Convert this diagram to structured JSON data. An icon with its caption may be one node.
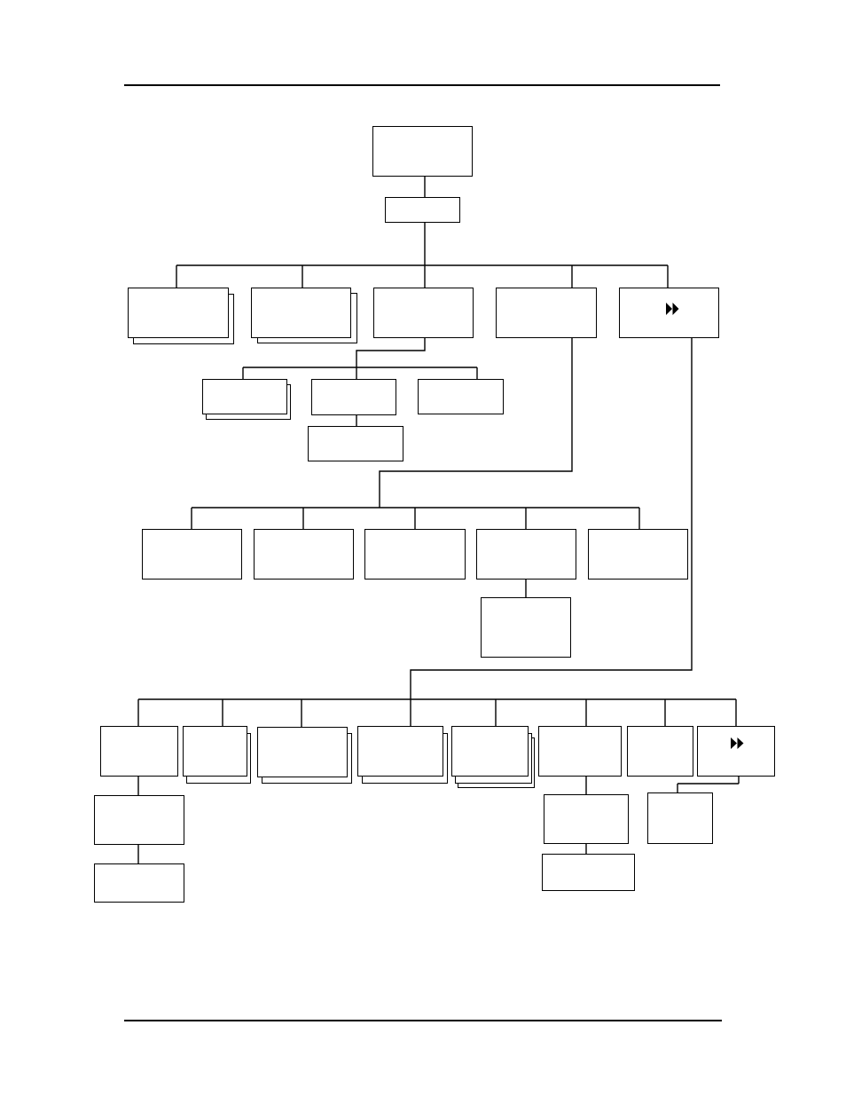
{
  "diagram": {
    "nodes": [
      {
        "text": [],
        "shape": "box"
      },
      {
        "text": [],
        "shape": "box"
      },
      {
        "text": [],
        "shape": "stack"
      },
      {
        "text": [],
        "shape": "stack"
      },
      {
        "text": [],
        "shape": "box"
      },
      {
        "text": [],
        "shape": "box"
      },
      {
        "text": [],
        "shape": "box"
      },
      {
        "text": [],
        "shape": "stack"
      },
      {
        "text": [],
        "shape": "box"
      },
      {
        "text": [],
        "shape": "box"
      },
      {
        "text": [],
        "shape": "box"
      },
      {
        "text": [],
        "shape": "box"
      },
      {
        "text": [],
        "shape": "box"
      },
      {
        "text": [],
        "shape": "box"
      },
      {
        "text": [],
        "shape": "box"
      },
      {
        "text": [],
        "shape": "box"
      },
      {
        "text": [],
        "shape": "box"
      },
      {
        "text": [],
        "shape": "box"
      },
      {
        "text": [],
        "shape": "stack"
      },
      {
        "text": [],
        "shape": "stack"
      },
      {
        "text": [],
        "shape": "stack"
      },
      {
        "text": [],
        "shape": "stack"
      },
      {
        "text": [],
        "shape": "box"
      },
      {
        "text": [],
        "shape": "box"
      },
      {
        "text": [],
        "shape": "box"
      },
      {
        "text": [],
        "shape": "box"
      },
      {
        "text": [],
        "shape": "box"
      },
      {
        "text": [],
        "shape": "box"
      },
      {
        "text": [],
        "shape": "box"
      },
      {
        "text": [],
        "shape": "box"
      }
    ],
    "edges": [
      {
        "from": 0,
        "to": 1,
        "arrow": "none"
      },
      {
        "from": 1,
        "to": 2,
        "arrow": "none"
      },
      {
        "from": 1,
        "to": 3,
        "arrow": "none"
      },
      {
        "from": 1,
        "to": 4,
        "arrow": "none"
      },
      {
        "from": 1,
        "to": 5,
        "arrow": "none"
      },
      {
        "from": 1,
        "to": 6,
        "arrow": "none"
      },
      {
        "from": 4,
        "to": 7,
        "arrow": "none"
      },
      {
        "from": 4,
        "to": 8,
        "arrow": "none"
      },
      {
        "from": 4,
        "to": 9,
        "arrow": "none"
      },
      {
        "from": 8,
        "to": 10,
        "arrow": "none"
      },
      {
        "from": 5,
        "to": 11,
        "arrow": "none"
      },
      {
        "from": 5,
        "to": 12,
        "arrow": "none"
      },
      {
        "from": 5,
        "to": 13,
        "arrow": "none"
      },
      {
        "from": 5,
        "to": 14,
        "arrow": "none"
      },
      {
        "from": 5,
        "to": 15,
        "arrow": "none"
      },
      {
        "from": 14,
        "to": 16,
        "arrow": "none"
      },
      {
        "from": 6,
        "to": 17,
        "arrow": "none"
      },
      {
        "from": 6,
        "to": 18,
        "arrow": "none"
      },
      {
        "from": 6,
        "to": 19,
        "arrow": "none"
      },
      {
        "from": 6,
        "to": 20,
        "arrow": "none"
      },
      {
        "from": 6,
        "to": 21,
        "arrow": "none"
      },
      {
        "from": 6,
        "to": 22,
        "arrow": "none"
      },
      {
        "from": 6,
        "to": 23,
        "arrow": "none"
      },
      {
        "from": 6,
        "to": 24,
        "arrow": "none"
      },
      {
        "from": 17,
        "to": 25,
        "arrow": "none"
      },
      {
        "from": 22,
        "to": 26,
        "arrow": "none"
      },
      {
        "from": 24,
        "to": 27,
        "arrow": "none"
      },
      {
        "from": 25,
        "to": 28,
        "arrow": "none"
      },
      {
        "from": 26,
        "to": 29,
        "arrow": "none"
      }
    ]
  }
}
